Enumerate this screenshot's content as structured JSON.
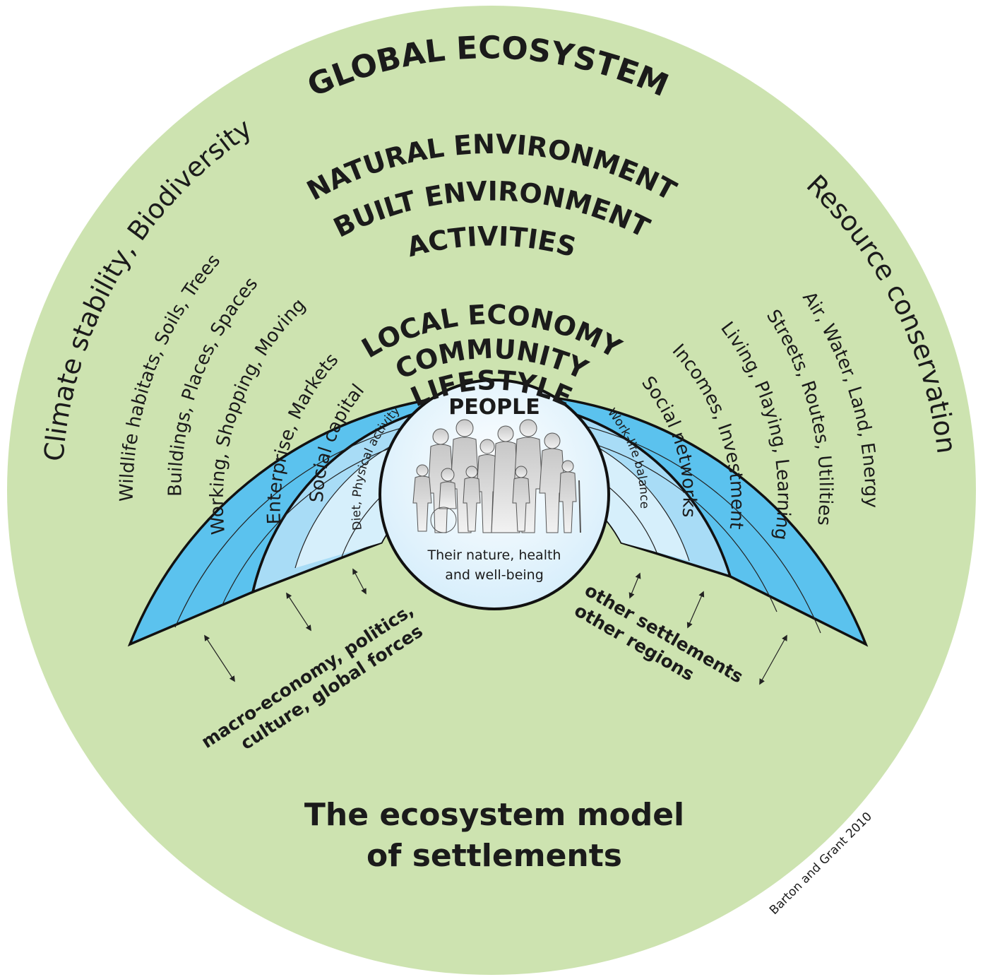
{
  "diagram": {
    "title_line1": "The ecosystem model",
    "title_line2": "of settlements",
    "credit": "Barton and Grant 2010",
    "outer": {
      "heading": "GLOBAL ECOSYSTEM",
      "left_text": "Climate stability, Biodiversity",
      "right_text": "Resource conservation",
      "color": "#cde3b0"
    },
    "rings": {
      "natural_environment": "NATURAL ENVIRONMENT",
      "built_environment": "BUILT ENVIRONMENT",
      "activities": "ACTIVITIES",
      "local_economy": "LOCAL ECONOMY",
      "community": "COMMUNITY",
      "lifestyle": "LIFESTYLE"
    },
    "left_labels": [
      "Wildlife habitats, Soils, Trees",
      "Buildings, Places, Spaces",
      "Working, Shopping, Moving",
      "Enterprise, Markets",
      "Social capital",
      "Diet, Physical activity"
    ],
    "right_labels": [
      "Air, Water, Land, Energy",
      "Streets, Routes, Utilities",
      "Living, Playing, Learning",
      "Incomes, Investment",
      "Social networks",
      "Work-life balance"
    ],
    "center": {
      "heading": "PEOPLE",
      "subtitle_line1": "Their nature, health",
      "subtitle_line2": "and well-being",
      "people_icon": "people-group-icon"
    },
    "external_left": {
      "line1": "macro-economy, politics,",
      "line2": "culture, global forces"
    },
    "external_right": {
      "line1": "other settlements",
      "line2": "other regions"
    },
    "colors": {
      "outer_band": "#5bc2ee",
      "mid_band": "#a8dcf6",
      "inner_band": "#d6effb",
      "center_fill": "#e9f6fd"
    }
  }
}
